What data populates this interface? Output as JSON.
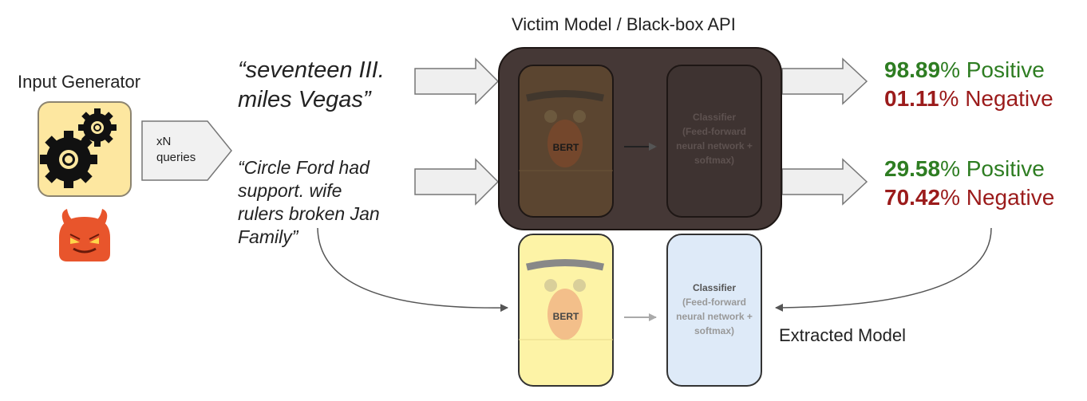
{
  "header": {
    "victim_title": "Victim Model / Black-box API",
    "generator_title": "Input Generator",
    "extracted_title": "Extracted Model"
  },
  "queries_box": {
    "line1": "xN",
    "line2": "queries"
  },
  "quotes": {
    "first": [
      "“seventeen III.",
      "miles Vegas”"
    ],
    "second": [
      "“Circle Ford had",
      "support. wife",
      "rulers broken Jan",
      "Family”"
    ]
  },
  "victim": {
    "bert_label": "BERT",
    "classifier_title": "Classifier",
    "classifier_sub": [
      "(Feed-forward",
      "neural network +",
      "softmax)"
    ]
  },
  "extracted": {
    "bert_label": "BERT",
    "classifier_title": "Classifier",
    "classifier_sub": [
      "(Feed-forward",
      "neural network +",
      "softmax)"
    ]
  },
  "results": [
    {
      "pos_value": "98.89",
      "pos_text": "% Positive",
      "neg_value": "01.11",
      "neg_text": "% Negative"
    },
    {
      "pos_value": "29.58",
      "pos_text": "% Positive",
      "neg_value": "70.42",
      "neg_text": "% Negative"
    }
  ],
  "colors": {
    "positive": "#2e7d22",
    "negative": "#9b1b1b",
    "victim_bg": "#453836",
    "bert_yellow": "#fdf3a6",
    "classifier_blue": "#deeaf8",
    "gear_box": "#fde7a0",
    "devil": "#e8552c"
  },
  "icons": [
    "gears-icon",
    "devil-icon",
    "bert-face-icon",
    "arrow-icon"
  ]
}
